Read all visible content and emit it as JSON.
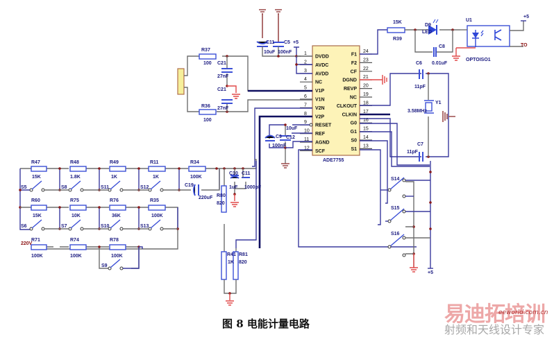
{
  "figure": {
    "caption": "图 8  电能计量电路",
    "watermark_main": "易迪拓培训",
    "watermark_sub": "射频和天线设计专家",
    "watermark_site": "eeworld.com.cn"
  },
  "ic": {
    "name": "ADE7755",
    "left_pins": [
      {
        "num": "1",
        "name": "DVDD"
      },
      {
        "num": "2",
        "name": "AVDC"
      },
      {
        "num": "3",
        "name": "AVDD"
      },
      {
        "num": "4",
        "name": "NC"
      },
      {
        "num": "5",
        "name": "V1P"
      },
      {
        "num": "6",
        "name": "V1N"
      },
      {
        "num": "7",
        "name": "V2N"
      },
      {
        "num": "8",
        "name": "V2P"
      },
      {
        "num": "9",
        "name": "RESET"
      },
      {
        "num": "10",
        "name": "REF"
      },
      {
        "num": "11",
        "name": "AGND"
      },
      {
        "num": "12",
        "name": "SCF"
      }
    ],
    "right_pins": [
      {
        "num": "24",
        "name": "F1"
      },
      {
        "num": "23",
        "name": "F2"
      },
      {
        "num": "22",
        "name": "CF"
      },
      {
        "num": "21",
        "name": "DGND"
      },
      {
        "num": "20",
        "name": "REVP"
      },
      {
        "num": "19",
        "name": "NC"
      },
      {
        "num": "18",
        "name": "CLKOUT"
      },
      {
        "num": "17",
        "name": "CLKIN"
      },
      {
        "num": "16",
        "name": "G0"
      },
      {
        "num": "15",
        "name": "G1"
      },
      {
        "num": "14",
        "name": "S0"
      },
      {
        "num": "13",
        "name": "S1"
      }
    ]
  },
  "components": {
    "R37": {
      "ref": "R37",
      "value": "100"
    },
    "R36": {
      "ref": "R36",
      "value": "100"
    },
    "C21a": {
      "ref": "C21",
      "value": "27nF"
    },
    "C22": {
      "ref": "C21",
      "value": "27nF"
    },
    "C11top": {
      "ref": "C11",
      "value": "10uF"
    },
    "C5": {
      "ref": "C5",
      "value": "100nF"
    },
    "plus5_top": "+5",
    "R39": {
      "ref": "R39",
      "value": "15K"
    },
    "D9": {
      "ref": "D9",
      "value": "LED"
    },
    "C8": {
      "ref": "C8",
      "value": "0.01uF"
    },
    "U1": {
      "ref": "U1",
      "value": "OPTOISO1"
    },
    "plus5_opto": "+5",
    "TO": "TO",
    "C6": {
      "ref": "C6",
      "value": "11pF"
    },
    "C7": {
      "ref": "C7",
      "value": "11pF"
    },
    "Y1": {
      "ref": "Y1",
      "value": "3.58MHz"
    },
    "C9": {
      "ref": "C9",
      "value": "100nF"
    },
    "C12": {
      "ref": "C12",
      "value": "10uF"
    },
    "R47": {
      "ref": "R47",
      "value": "15K"
    },
    "R48": {
      "ref": "R48",
      "value": "1.8K"
    },
    "R49": {
      "ref": "R49",
      "value": "1K"
    },
    "R11": {
      "ref": "R11",
      "value": "1K"
    },
    "R34": {
      "ref": "R34",
      "value": "100K"
    },
    "R60": {
      "ref": "R60",
      "value": "15K"
    },
    "R75": {
      "ref": "R75",
      "value": "10K"
    },
    "R76": {
      "ref": "R76",
      "value": "36K"
    },
    "R35": {
      "ref": "R35",
      "value": "100K"
    },
    "R71": {
      "ref": "R71",
      "value": "100K"
    },
    "R74": {
      "ref": "R74",
      "value": "100K"
    },
    "R78": {
      "ref": "R78",
      "value": "100K"
    },
    "C19": {
      "ref": "C19",
      "value": "220uF"
    },
    "C10": {
      "ref": "C10",
      "value": "1uF"
    },
    "C11b": {
      "ref": "C11",
      "value": "1000pF"
    },
    "R80": {
      "ref": "R80",
      "value": "820"
    },
    "R41": {
      "ref": "R41",
      "value": "1K"
    },
    "R81": {
      "ref": "R81",
      "value": "820"
    },
    "v220": "220V",
    "plus5_bottom": "+5"
  },
  "switches": [
    "S5",
    "S8",
    "S11",
    "S12",
    "S6",
    "S7",
    "S10",
    "S13",
    "S9",
    "S14",
    "S15",
    "S16"
  ]
}
